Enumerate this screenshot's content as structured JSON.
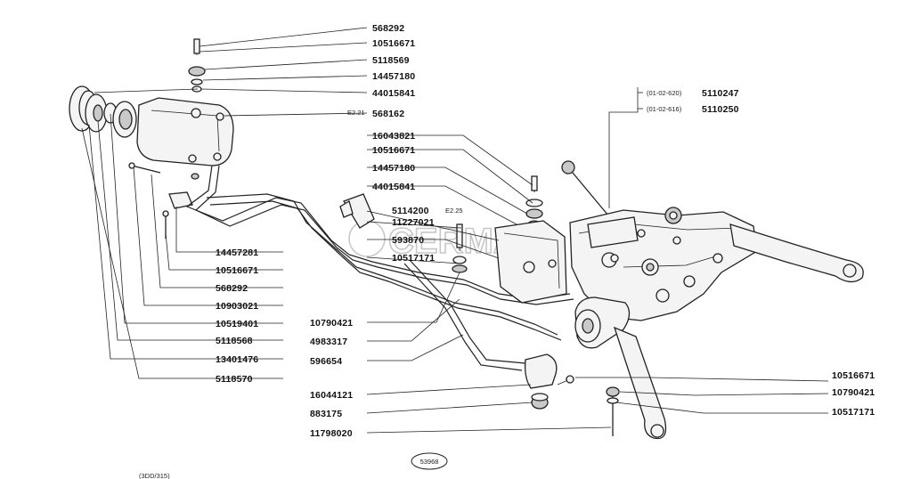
{
  "diagram": {
    "figure_number": "53968",
    "watermark": "CERMAN",
    "bottom_left_fragment": "(3DD/315)",
    "left_callouts": [
      {
        "id": "p-top-1",
        "part_no": "568292"
      },
      {
        "id": "p-top-2",
        "part_no": "10516671"
      },
      {
        "id": "p-top-3",
        "part_no": "5118569"
      },
      {
        "id": "p-top-4",
        "part_no": "14457180"
      },
      {
        "id": "p-top-5",
        "part_no": "44015841"
      },
      {
        "id": "p-top-6",
        "part_no": "568162",
        "ref": "E2.21"
      },
      {
        "id": "p-mid-1",
        "part_no": "16043821"
      },
      {
        "id": "p-mid-2",
        "part_no": "10516671"
      },
      {
        "id": "p-mid-3",
        "part_no": "14457180"
      },
      {
        "id": "p-mid-4",
        "part_no": "44015841"
      },
      {
        "id": "p-mid-5",
        "part_no": "5114200",
        "ref": "E2.25"
      },
      {
        "id": "p-mid-6",
        "part_no": "11227021"
      },
      {
        "id": "p-mid-7",
        "part_no": "593870"
      },
      {
        "id": "p-mid-8",
        "part_no": "10517171"
      },
      {
        "id": "p-left-1",
        "part_no": "14457281"
      },
      {
        "id": "p-left-2",
        "part_no": "10516671"
      },
      {
        "id": "p-left-3",
        "part_no": "568292"
      },
      {
        "id": "p-left-4",
        "part_no": "10903021"
      },
      {
        "id": "p-left-5",
        "part_no": "10519401"
      },
      {
        "id": "p-left-6",
        "part_no": "5118568"
      },
      {
        "id": "p-left-7",
        "part_no": "13401476"
      },
      {
        "id": "p-left-8",
        "part_no": "5118570"
      },
      {
        "id": "p-low-1",
        "part_no": "10790421"
      },
      {
        "id": "p-low-2",
        "part_no": "4983317"
      },
      {
        "id": "p-low-3",
        "part_no": "596654"
      },
      {
        "id": "p-bot-1",
        "part_no": "16044121"
      },
      {
        "id": "p-bot-2",
        "part_no": "883175"
      },
      {
        "id": "p-bot-3",
        "part_no": "11798020"
      }
    ],
    "right_callouts": [
      {
        "id": "r-top-1",
        "part_no": "5110247",
        "range": "(01-02-620)"
      },
      {
        "id": "r-top-2",
        "part_no": "5110250",
        "range": "(01-02-616)"
      },
      {
        "id": "r-bot-1",
        "part_no": "10516671"
      },
      {
        "id": "r-bot-2",
        "part_no": "10790421"
      },
      {
        "id": "r-bot-3",
        "part_no": "10517171"
      }
    ]
  }
}
